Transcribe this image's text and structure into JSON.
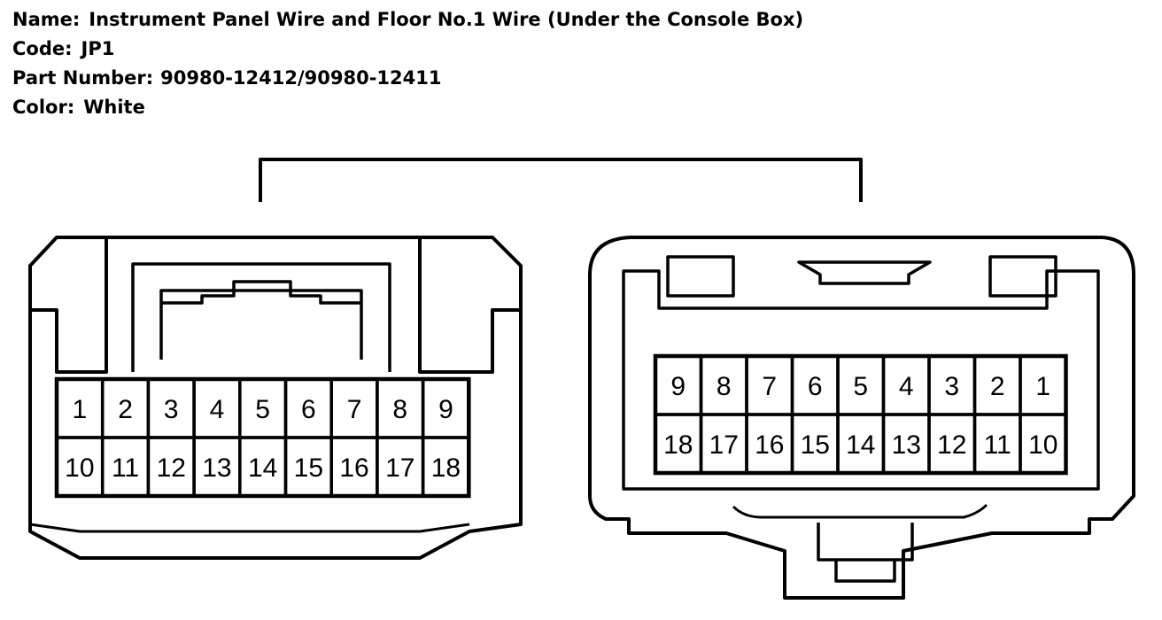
{
  "info": {
    "name_label": "Name:",
    "name_value": "Instrument Panel Wire and Floor No.1 Wire (Under the Console Box)",
    "code_label": "Code:",
    "code_value": "JP1",
    "part_label": "Part Number:",
    "part_value": "90980-12412/90980-12411",
    "color_label": "Color:",
    "color_value": "White"
  },
  "connectors": {
    "left": {
      "top_row": [
        "1",
        "2",
        "3",
        "4",
        "5",
        "6",
        "7",
        "8",
        "9"
      ],
      "bottom_row": [
        "10",
        "11",
        "12",
        "13",
        "14",
        "15",
        "16",
        "17",
        "18"
      ]
    },
    "right": {
      "top_row": [
        "9",
        "8",
        "7",
        "6",
        "5",
        "4",
        "3",
        "2",
        "1"
      ],
      "bottom_row": [
        "18",
        "17",
        "16",
        "15",
        "14",
        "13",
        "12",
        "11",
        "10"
      ]
    }
  },
  "colors": {
    "line": "#000000",
    "background": "#ffffff"
  }
}
